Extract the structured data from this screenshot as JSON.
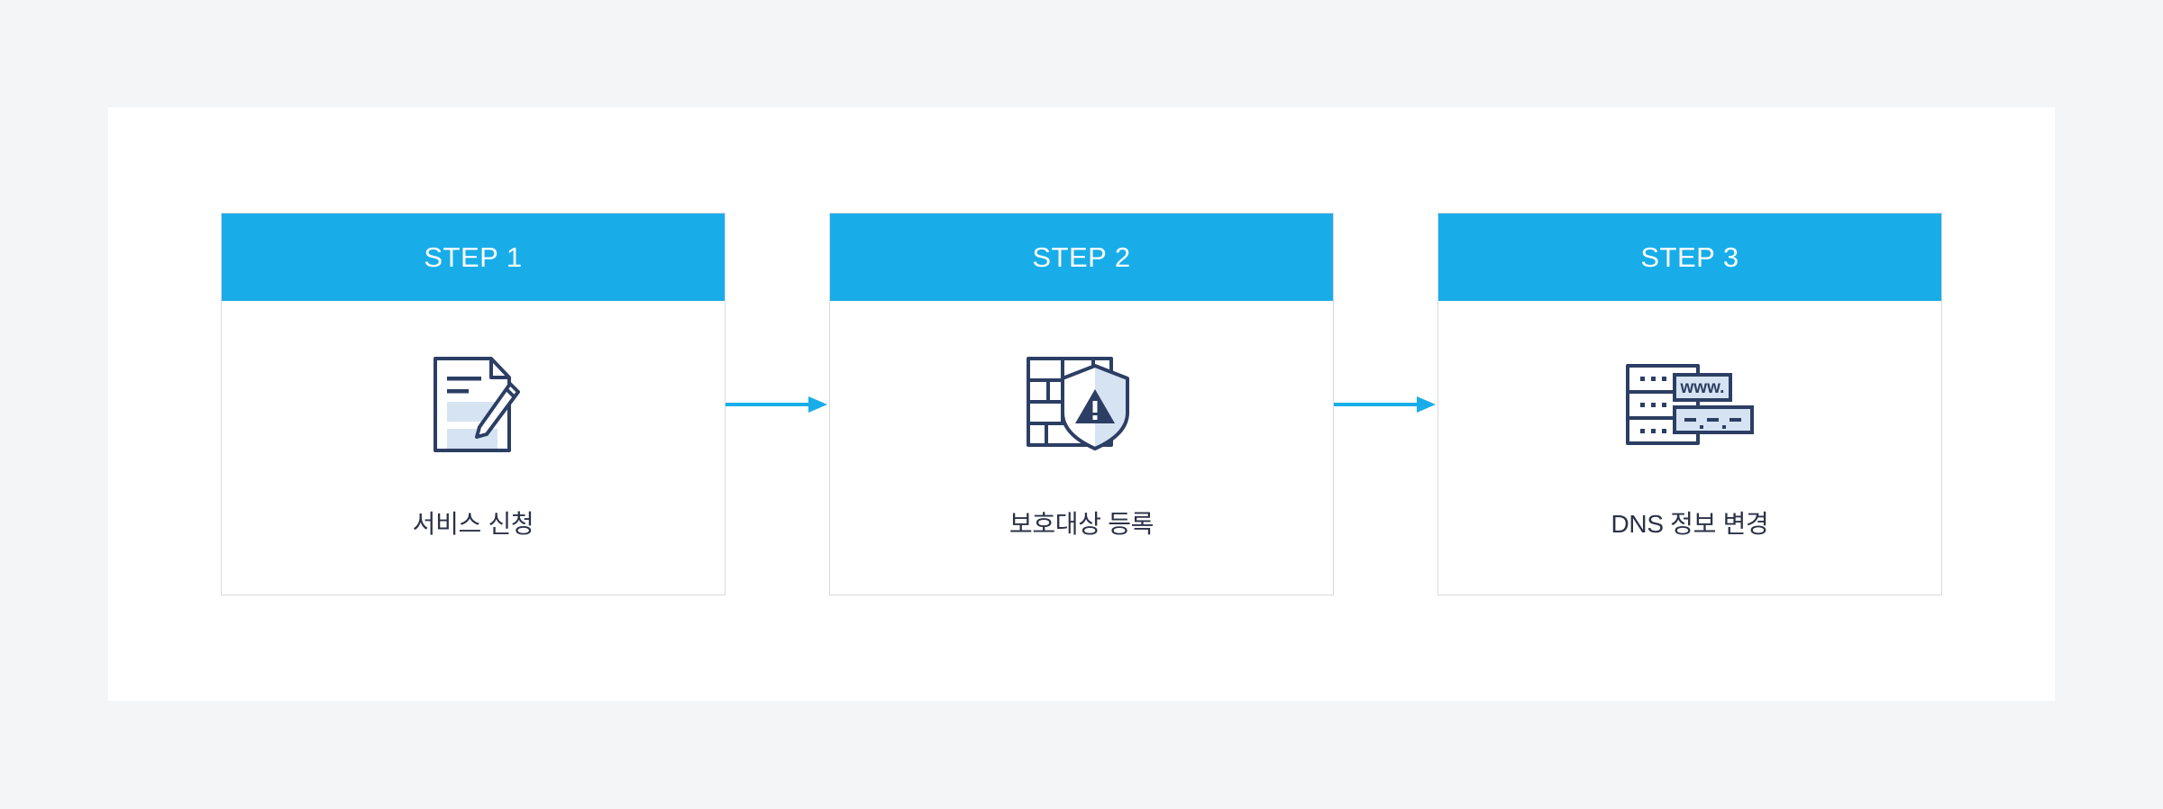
{
  "colors": {
    "page_background": "#f4f5f7",
    "panel_background": "#ffffff",
    "header_accent": "#18ade8",
    "arrow": "#18ade8",
    "icon_stroke": "#2c3e63",
    "icon_fill_light": "#d6e3f3",
    "card_border": "#d9dade",
    "label_text": "#2b3147"
  },
  "steps": [
    {
      "header": "STEP 1",
      "label": "서비스 신청",
      "icon": "document-pencil-icon"
    },
    {
      "header": "STEP 2",
      "label": "보호대상 등록",
      "icon": "firewall-shield-warning-icon"
    },
    {
      "header": "STEP 3",
      "label": "DNS 정보 변경",
      "icon": "dns-server-www-icon",
      "icon_text": "www."
    }
  ],
  "connectors": [
    {
      "name": "arrow-step1-to-step2",
      "direction": "right"
    },
    {
      "name": "arrow-step2-to-step3",
      "direction": "right"
    }
  ]
}
